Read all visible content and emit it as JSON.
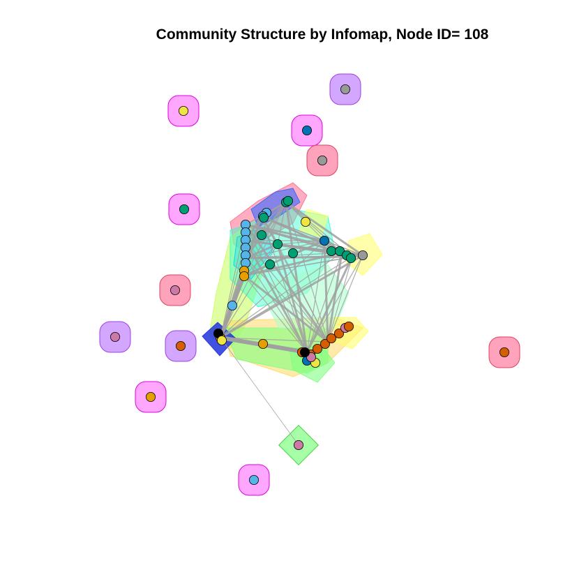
{
  "title": "Community Structure by Infomap, Node ID= 108",
  "legend": "none",
  "colors": {
    "node_palette": [
      "#000000",
      "#E69F00",
      "#56B4E9",
      "#009E73",
      "#F0E442",
      "#0072B2",
      "#D55E00",
      "#CC79A7",
      "#999999"
    ],
    "community_fills": [
      "#FF6C90",
      "#FF80FF",
      "#C080FF",
      "#80FF80",
      "#FFFF66",
      "#FFD966",
      "#33FFCC",
      "#3366FF",
      "#CCFF66",
      "#00CCFF"
    ],
    "edge_color": "#A0A0A0"
  },
  "isolated_nodes": [
    {
      "community": "pink",
      "node_color": "#F0E442"
    },
    {
      "community": "violet",
      "node_color": "#999999"
    },
    {
      "community": "pink",
      "node_color": "#0072B2"
    },
    {
      "community": "rose",
      "node_color": "#999999"
    },
    {
      "community": "pink",
      "node_color": "#009E73"
    },
    {
      "community": "rose",
      "node_color": "#CC79A7"
    },
    {
      "community": "violet",
      "node_color": "#CC79A7"
    },
    {
      "community": "violet",
      "node_color": "#D55E00"
    },
    {
      "community": "pink",
      "node_color": "#E69F00"
    },
    {
      "community": "pink",
      "node_color": "#56B4E9"
    },
    {
      "community": "rose",
      "node_color": "#D55E00"
    },
    {
      "community": "green",
      "node_color": "#CC79A7"
    }
  ]
}
